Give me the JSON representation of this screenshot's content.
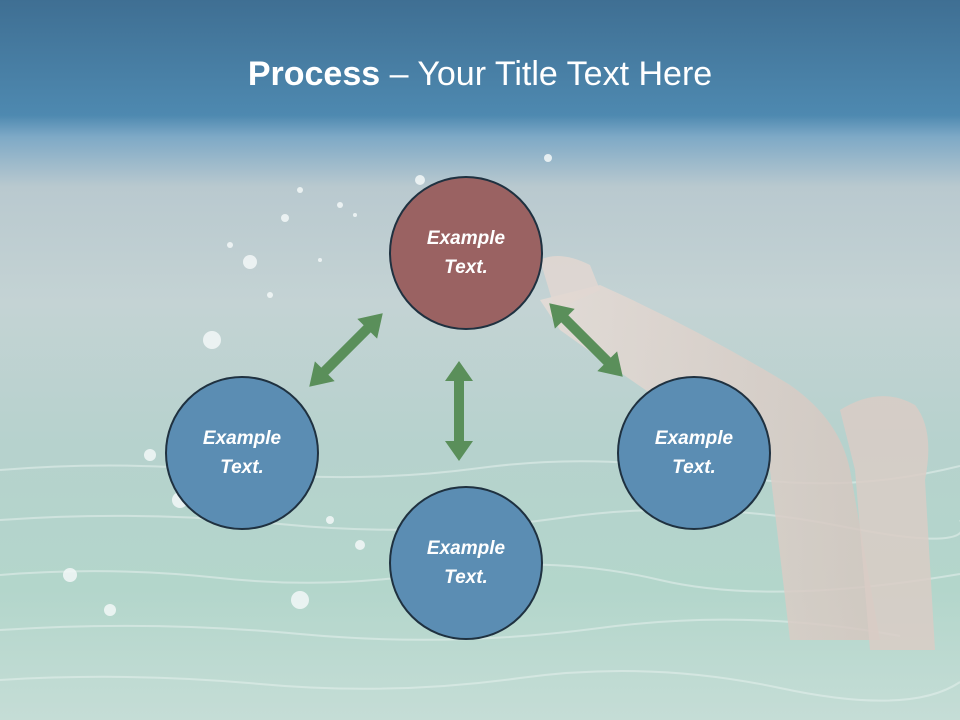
{
  "title": {
    "bold": "Process",
    "separator": " – ",
    "rest": "Your Title Text Here"
  },
  "nodes": {
    "top": {
      "line1": "Example",
      "line2": "Text."
    },
    "left": {
      "line1": "Example",
      "line2": "Text."
    },
    "right": {
      "line1": "Example",
      "line2": "Text."
    },
    "bottom": {
      "line1": "Example",
      "line2": "Text."
    }
  },
  "colors": {
    "header_blue": "#4a84a8",
    "node_blue": "#5b8db3",
    "node_red": "#9a6262",
    "arrow_green": "#5a8f5a"
  }
}
